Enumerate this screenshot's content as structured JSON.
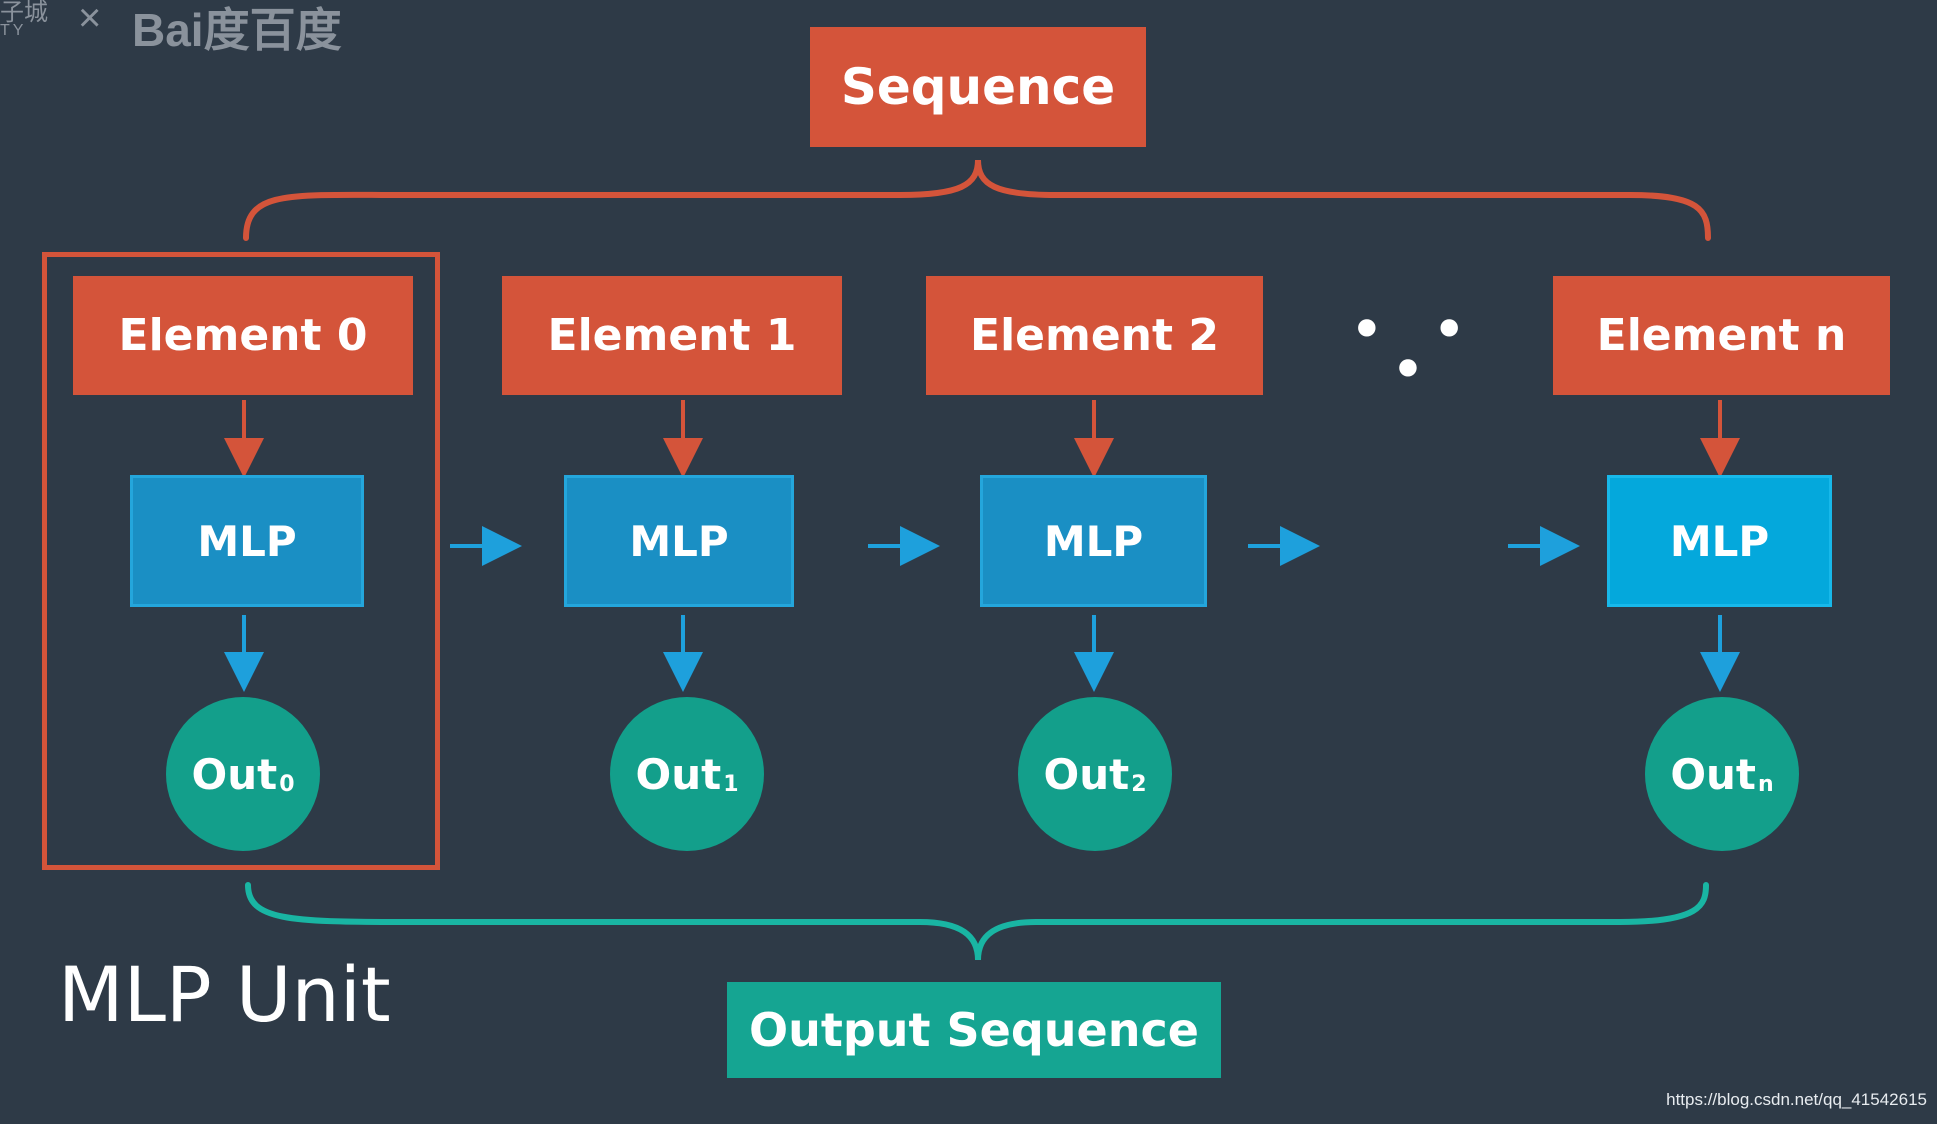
{
  "watermark": {
    "cn_text": "子城",
    "ty_text": "TY",
    "x_mark": "×",
    "brand": "Bai度百度"
  },
  "sequence_label": "Sequence",
  "output_sequence_label": "Output Sequence",
  "unit_label": "MLP Unit",
  "ellipsis": "• • •",
  "elements": [
    {
      "label": "Element 0",
      "mlp": "MLP",
      "out": "Out",
      "out_sub": "0"
    },
    {
      "label": "Element 1",
      "mlp": "MLP",
      "out": "Out",
      "out_sub": "1"
    },
    {
      "label": "Element 2",
      "mlp": "MLP",
      "out": "Out",
      "out_sub": "2"
    },
    {
      "label": "Element n",
      "mlp": "MLP",
      "out": "Out",
      "out_sub": "n"
    }
  ],
  "credit": "https://blog.csdn.net/qq_41542615",
  "colors": {
    "background": "#2e3a47",
    "red": "#d4543a",
    "blue": "#1a8fc4",
    "teal": "#15a592",
    "arrow_blue": "#1ea0dc",
    "brace_teal": "#19b5a3"
  }
}
